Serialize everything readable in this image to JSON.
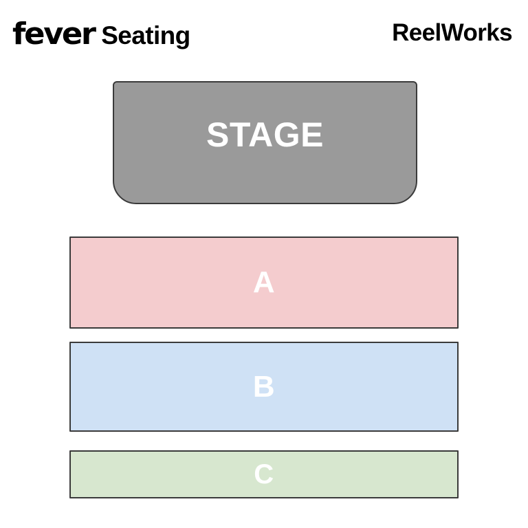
{
  "header": {
    "logo_text": "fever",
    "title": "Seating",
    "venue": "ReelWorks"
  },
  "map": {
    "stage": {
      "label": "STAGE",
      "fill": "#9a9a9a",
      "border": "#3a3a3a",
      "text_color": "#ffffff"
    },
    "sections": [
      {
        "label": "A",
        "fill": "#f4ccce",
        "border": "#3a3a3a",
        "text_color": "#ffffff"
      },
      {
        "label": "B",
        "fill": "#cfe1f5",
        "border": "#3a3a3a",
        "text_color": "#ffffff"
      },
      {
        "label": "C",
        "fill": "#d7e7cf",
        "border": "#3a3a3a",
        "text_color": "#ffffff"
      }
    ]
  },
  "colors": {
    "background": "#ffffff",
    "ink": "#000000"
  }
}
